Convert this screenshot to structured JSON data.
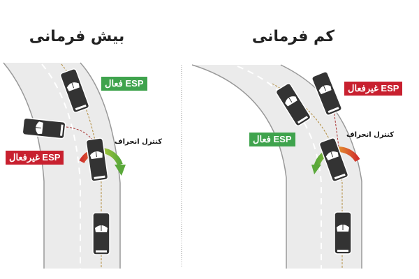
{
  "panels": {
    "oversteer": {
      "title": "بیش فرمانی",
      "esp_on": "ESP فعال",
      "esp_off": "ESP غیرفعال",
      "yaw_control": "کنترل انحراف"
    },
    "understeer": {
      "title": "کم فرمانی",
      "esp_on": "ESP فعال",
      "esp_off": "ESP غیرفعال",
      "yaw_control": "کنترل انحراف"
    }
  },
  "colors": {
    "esp_on": "#3fa34d",
    "esp_off": "#c8202f",
    "road": "#ebebeb",
    "car": "#333333"
  }
}
